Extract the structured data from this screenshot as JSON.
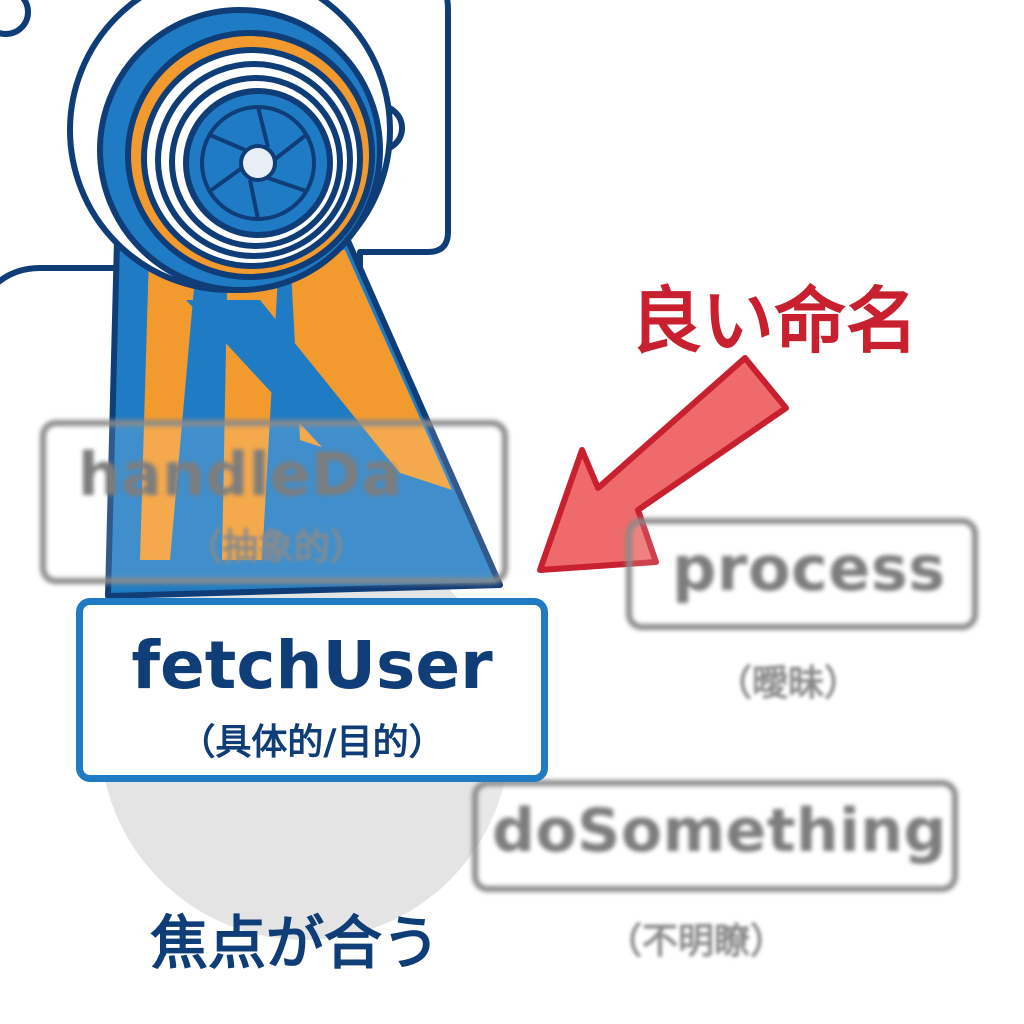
{
  "labels": {
    "good_naming": "良い命名",
    "in_focus": "焦点が合う"
  },
  "focused_card": {
    "name": "fetchUser",
    "note": "（具体的/目的）"
  },
  "blurred_cards": [
    {
      "name": "handleDa",
      "note": "（抽象的）"
    },
    {
      "name": "process",
      "note": "（曖昧）"
    },
    {
      "name": "doSomething",
      "note": "（不明瞭）"
    }
  ],
  "colors": {
    "navy": "#0f3d78",
    "blue": "#1f7cc4",
    "orange": "#f29a2e",
    "red": "#c8202f",
    "arrow_fill": "#ef6b6b",
    "gray": "#8a8a8a"
  },
  "icons": [
    "camera-icon",
    "shutter-icon",
    "arrow-icon"
  ]
}
